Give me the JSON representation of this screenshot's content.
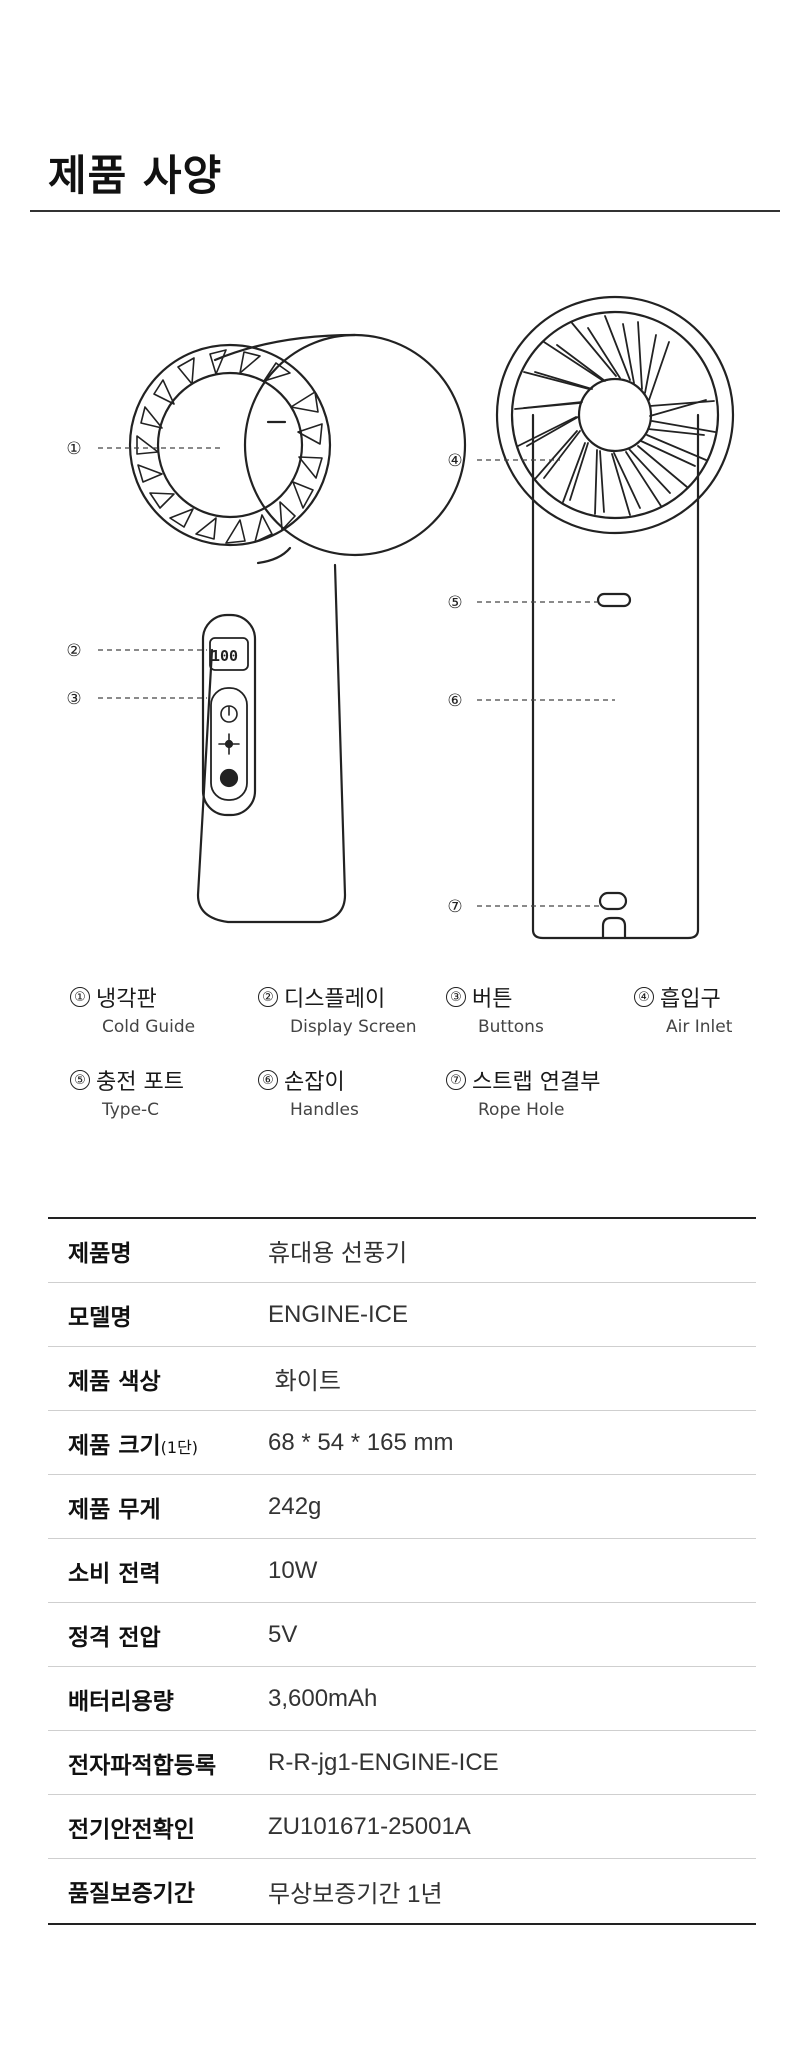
{
  "header": {
    "title": "제품 사양"
  },
  "diagram": {
    "front_markers": [
      "①",
      "②",
      "③"
    ],
    "back_markers": [
      "④",
      "⑤",
      "⑥",
      "⑦"
    ],
    "display_text": "100"
  },
  "legend": [
    {
      "num": "①",
      "ko": "냉각판",
      "en": "Cold Guide"
    },
    {
      "num": "②",
      "ko": "디스플레이",
      "en": "Display Screen"
    },
    {
      "num": "③",
      "ko": "버튼",
      "en": "Buttons"
    },
    {
      "num": "④",
      "ko": "흡입구",
      "en": "Air Inlet"
    },
    {
      "num": "⑤",
      "ko": "충전 포트",
      "en": "Type-C"
    },
    {
      "num": "⑥",
      "ko": "손잡이",
      "en": "Handles"
    },
    {
      "num": "⑦",
      "ko": "스트랩 연결부",
      "en": "Rope Hole"
    }
  ],
  "specs": [
    {
      "label": "제품명",
      "note": "",
      "value": "휴대용 선풍기"
    },
    {
      "label": "모델명",
      "note": "",
      "value": "ENGINE-ICE"
    },
    {
      "label": "제품 색상",
      "note": "",
      "value": " 화이트"
    },
    {
      "label": "제품 크기",
      "note": "(1단)",
      "value": "68 * 54 * 165 mm"
    },
    {
      "label": "제품 무게",
      "note": "",
      "value": "242g"
    },
    {
      "label": "소비 전력",
      "note": "",
      "value": "10W"
    },
    {
      "label": "정격 전압",
      "note": "",
      "value": "5V"
    },
    {
      "label": "배터리용량",
      "note": "",
      "value": "3,600mAh"
    },
    {
      "label": "전자파적합등록",
      "note": "",
      "value": "R-R-jg1-ENGINE-ICE"
    },
    {
      "label": "전기안전확인",
      "note": "",
      "value": "ZU101671-25001A"
    },
    {
      "label": "품질보증기간",
      "note": "",
      "value": "무상보증기간 1년"
    }
  ]
}
